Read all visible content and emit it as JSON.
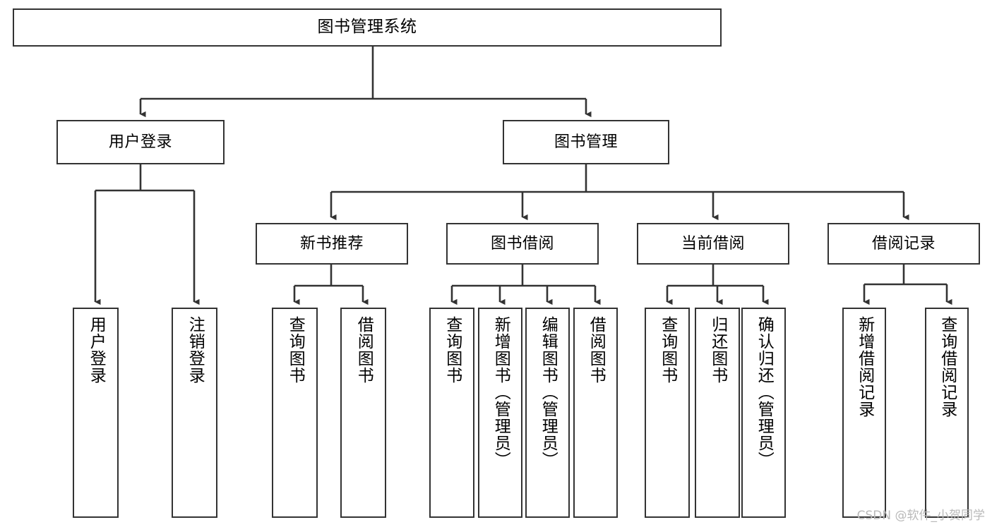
{
  "diagram": {
    "type": "tree-hierarchy",
    "title": "图书管理系统",
    "orientation": "top-down",
    "colors": {
      "box_border": "#333333",
      "box_fill": "#ffffff",
      "edge": "#333333",
      "text": "#000000",
      "watermark": "#b9b9b9",
      "background": "#ffffff"
    },
    "nodes": {
      "root": {
        "label": "图书管理系统",
        "level": 1
      },
      "user_login": {
        "label": "用户登录",
        "level": 2
      },
      "book_manage": {
        "label": "图书管理",
        "level": 2
      },
      "new_book_rec": {
        "label": "新书推荐",
        "level": 3
      },
      "book_borrow": {
        "label": "图书借阅",
        "level": 3
      },
      "current_borrow": {
        "label": "当前借阅",
        "level": 3
      },
      "borrow_record": {
        "label": "借阅记录",
        "level": 3
      },
      "leaf_user_login": {
        "label": "用户登录",
        "level": 3
      },
      "leaf_logout": {
        "label": "注销登录",
        "level": 3
      },
      "leaf_query_book_1": {
        "label": "查询图书",
        "level": 4
      },
      "leaf_borrow_book_1": {
        "label": "借阅图书",
        "level": 4
      },
      "leaf_query_book_2": {
        "label": "查询图书",
        "level": 4
      },
      "leaf_add_book": {
        "label": "新增图书（管理员）",
        "level": 4
      },
      "leaf_edit_book": {
        "label": "编辑图书（管理员）",
        "level": 4
      },
      "leaf_borrow_book_2": {
        "label": "借阅图书",
        "level": 4
      },
      "leaf_query_book_3": {
        "label": "查询图书",
        "level": 4
      },
      "leaf_return_book": {
        "label": "归还图书",
        "level": 4
      },
      "leaf_confirm_return": {
        "label": "确认归还（管理员）",
        "level": 4
      },
      "leaf_add_record": {
        "label": "新增借阅记录",
        "level": 4
      },
      "leaf_query_record": {
        "label": "查询借阅记录",
        "level": 4
      }
    },
    "watermark": "CSDN @软件_小贺同学"
  }
}
